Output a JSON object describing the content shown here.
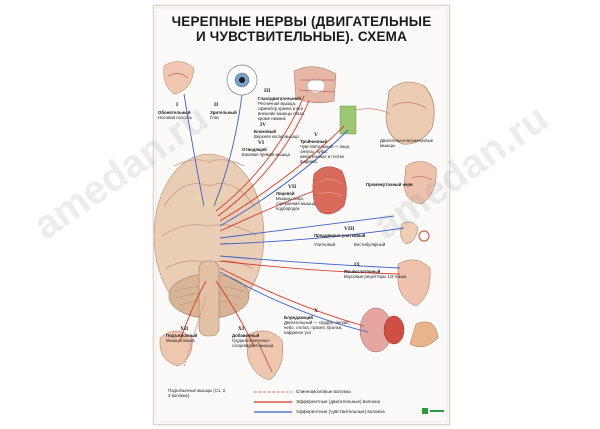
{
  "poster": {
    "title_line1": "ЧЕРЕПНЫЕ НЕРВЫ (ДВИГАТЕЛЬНЫЕ",
    "title_line2": "И ЧУВСТВИТЕЛЬНЫЕ). СХЕМА"
  },
  "nerves": {
    "n1_num": "I",
    "n1_name": "Обонятельный",
    "n1_desc": "Носовая полость",
    "n2_num": "II",
    "n2_name": "Зрительный",
    "n2_desc": "Глаз",
    "n3_num": "III",
    "n3_name": "Глазодвигательный",
    "n3_desc": "Ресничная мышца, сфинктер зрачка и все внешние мышцы глаза кроме нижних",
    "n4_num": "IV",
    "n4_name": "Блоковый",
    "n4_desc": "Верхняя косая мышца",
    "n5_num": "V",
    "n5_name": "Тройничный",
    "n5_desc": "Чувствительный — лицо, синусы, зубы, жевательные и глотки фаринкс",
    "n6_num": "VI",
    "n6_name": "Отводящий",
    "n6_desc": "Боковая прямая мышца",
    "n7_num": "VII",
    "n7_name": "Лицевой",
    "n7_desc": "Мышцы лица, стременная мышца, подбородок",
    "n8_num": "VIII",
    "n8_name": "Преддверно-улитковый",
    "n8_sub1": "Улитковый",
    "n8_sub2": "Вестибулярный",
    "n9_num": "IX",
    "n9_name": "Языкоглоточный",
    "n9_desc": "Вкусовые рецепторы 1/3 языка",
    "n10_num": "X",
    "n10_name": "Блуждающий",
    "n10_desc": "Двигательный — сердце, легкие, небо, глотка, трахея, бронхи, наружное ухо",
    "n11_num": "XI",
    "n11_name": "Добавочный",
    "n11_desc": "Грудино-ключично-сосцевидная мышца",
    "n12_num": "XII",
    "n12_name": "Подъязычный",
    "n12_desc": "Мышцы языка",
    "intermediate_name": "Промежуточный нерв",
    "trigeminal_right_desc": "Двигательно-мозжечковые мышцы",
    "cervical_note": "Подъязычные мышцы (C1, 2, 3 волокна)"
  },
  "legend": {
    "item1": "Спинномозговые волокна",
    "item2": "Эфферентные (двигательные) волокна",
    "item3": "Афферентные (чувствительные) волокна"
  },
  "watermark": "amedan.ru",
  "colors": {
    "efferent": "#d9372b",
    "afferent": "#3a5fc8",
    "spinal": "#d98a80",
    "border_green": "#2f9a3d"
  }
}
